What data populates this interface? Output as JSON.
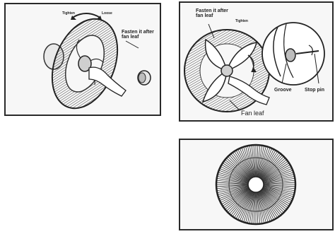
{
  "panel1": {
    "tighten_label": "Tighten",
    "loose_label": "Loose",
    "fasten_label": "Fasten it after\nfan leaf"
  },
  "panel2": {
    "fasten_label": "Fasten it after\nfan leaf",
    "tighten_label": "Tighten",
    "groove_label": "Groove",
    "stop_pin_label": "Stop pin",
    "fan_leaf_label": "Fan leaf"
  }
}
